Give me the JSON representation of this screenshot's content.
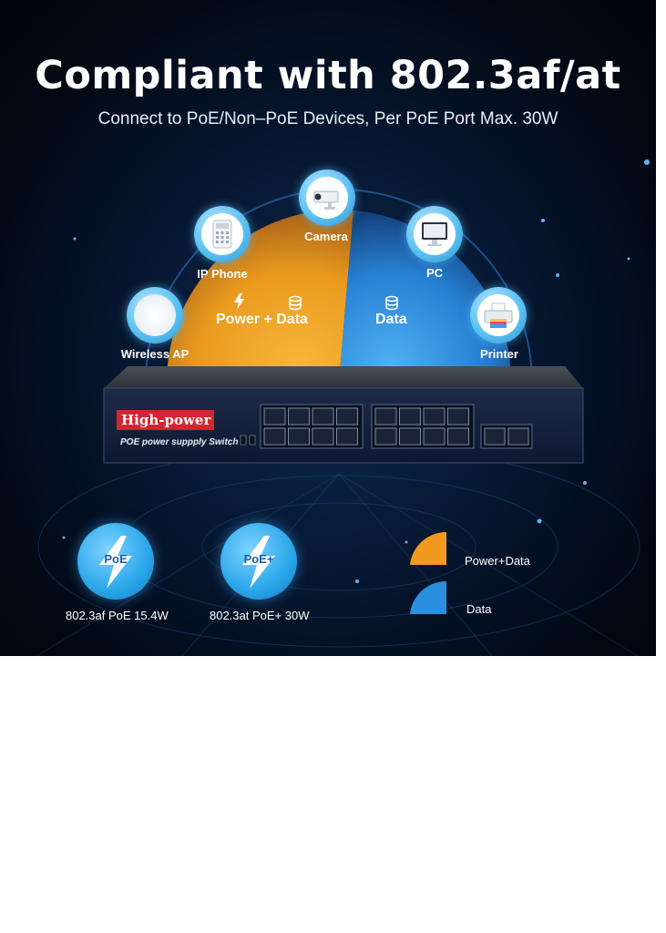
{
  "headline": "Compliant with 802.3af/at",
  "subline": "Connect to PoE/Non–PoE Devices, Per PoE Port Max. 30W",
  "segments": {
    "power_data_label": "Power + Data",
    "data_label": "Data"
  },
  "devices": [
    {
      "label": "Wireless AP",
      "icon": "access-point-icon"
    },
    {
      "label": "IP Phone",
      "icon": "ip-phone-icon"
    },
    {
      "label": "Camera",
      "icon": "camera-icon"
    },
    {
      "label": "PC",
      "icon": "monitor-icon"
    },
    {
      "label": "Printer",
      "icon": "printer-icon"
    }
  ],
  "switch": {
    "brand_label": "High-power",
    "subtitle": "POE power suppply Switch"
  },
  "badges": [
    {
      "text": "PoE",
      "caption": "802.3af PoE 15.4W"
    },
    {
      "text": "PoE+",
      "caption": "802.3at PoE+ 30W"
    }
  ],
  "legend": [
    {
      "label": "Power+Data",
      "color": "#f29a1f"
    },
    {
      "label": "Data",
      "color": "#2b8fe0"
    }
  ],
  "colors": {
    "accent_orange": "#f2a21a",
    "accent_blue": "#2a8fe0",
    "label_red": "#d32530"
  }
}
